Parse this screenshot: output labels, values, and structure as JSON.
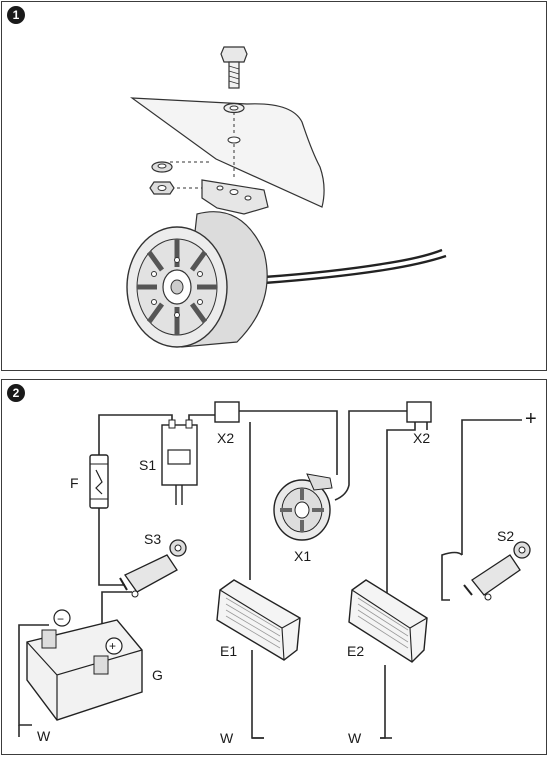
{
  "panel1": {
    "step_number": "1"
  },
  "panel2": {
    "step_number": "2",
    "labels": {
      "fuse": "F",
      "switch_s1": "S1",
      "connector_x2_left": "X2",
      "connector_x2_right": "X2",
      "siren": "X1",
      "switch_s3": "S3",
      "switch_s2": "S2",
      "battery": "G",
      "lamp_e1": "E1",
      "lamp_e2": "E2",
      "ground_left": "W",
      "ground_e1": "W",
      "ground_e2": "W",
      "plus": "+",
      "battery_minus": "−",
      "battery_plus": "+"
    }
  }
}
